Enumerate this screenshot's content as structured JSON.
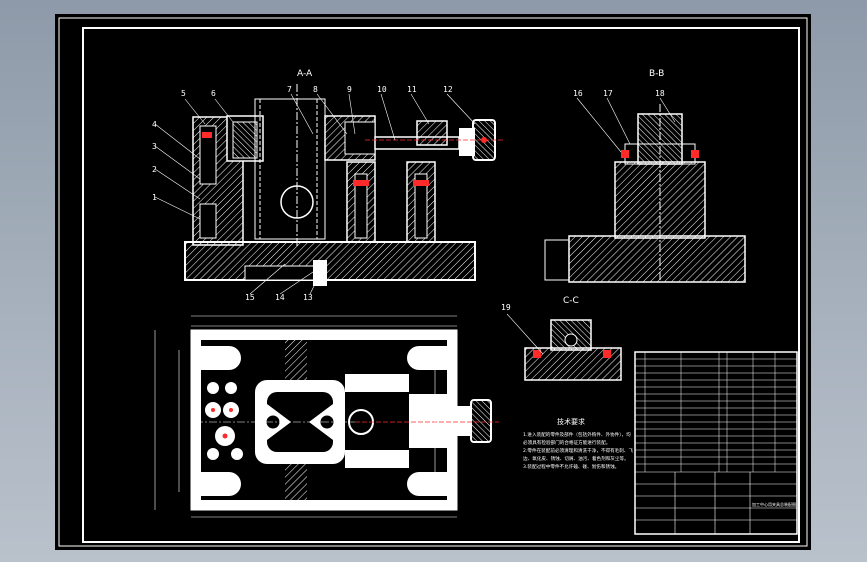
{
  "views": {
    "section_aa": "A-A",
    "section_bb": "B-B",
    "section_cc": "C-C",
    "tech_req_title": "技术要求"
  },
  "part_numbers": [
    "1",
    "2",
    "3",
    "4",
    "5",
    "6",
    "7",
    "8",
    "9",
    "10",
    "11",
    "12",
    "13",
    "14",
    "15",
    "16",
    "17",
    "18",
    "19"
  ],
  "tech_notes": [
    "1.进入装配的零件及部件（包括外购件、外协件），均",
    "必须具有检验部门的合格证方能进行装配。",
    "2.零件在装配前必须清理和清洗干净，不得有毛刺、飞",
    "边、氧化皮、锈蚀、切屑、油污、着色剂和灰尘等。",
    "3.装配过程中零件不允许磕、碰、划伤和锈蚀。"
  ],
  "title_block": {
    "drawing_title": "加工中心用夹具总装配图"
  },
  "colors": {
    "background": "#000000",
    "line": "#ffffff",
    "hatch": "#ffffff",
    "center_red": "#ff2a2a",
    "frame_outer": "#8e9aa9"
  }
}
